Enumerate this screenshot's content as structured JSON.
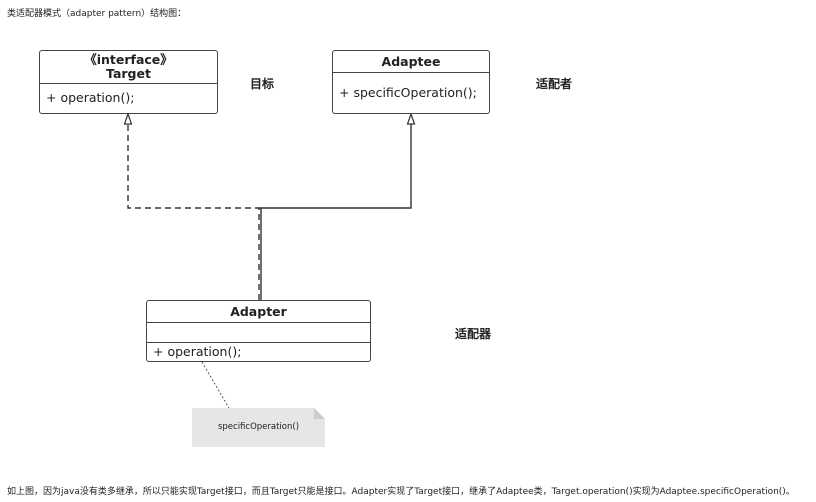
{
  "heading": "类适配器模式（adapter pattern）结构图：",
  "target": {
    "stereotype": "《interface》",
    "name": "Target",
    "operation": "+ operation();",
    "label": "目标"
  },
  "adaptee": {
    "name": "Adaptee",
    "operation": "+ specificOperation();",
    "label": "适配者"
  },
  "adapter": {
    "name": "Adapter",
    "operation": "+ operation();",
    "label": "适配器"
  },
  "note": {
    "text": "specificOperation()"
  },
  "caption": "如上图，因为java没有类多继承，所以只能实现Target接口，而且Target只能是接口。Adapter实现了Target接口，继承了Adaptee类，Target.operation()实现为Adaptee.specificOperation()。",
  "colors": {
    "line": "#333333",
    "note_fill": "#e6e6e6",
    "note_fold": "#cccccc"
  }
}
